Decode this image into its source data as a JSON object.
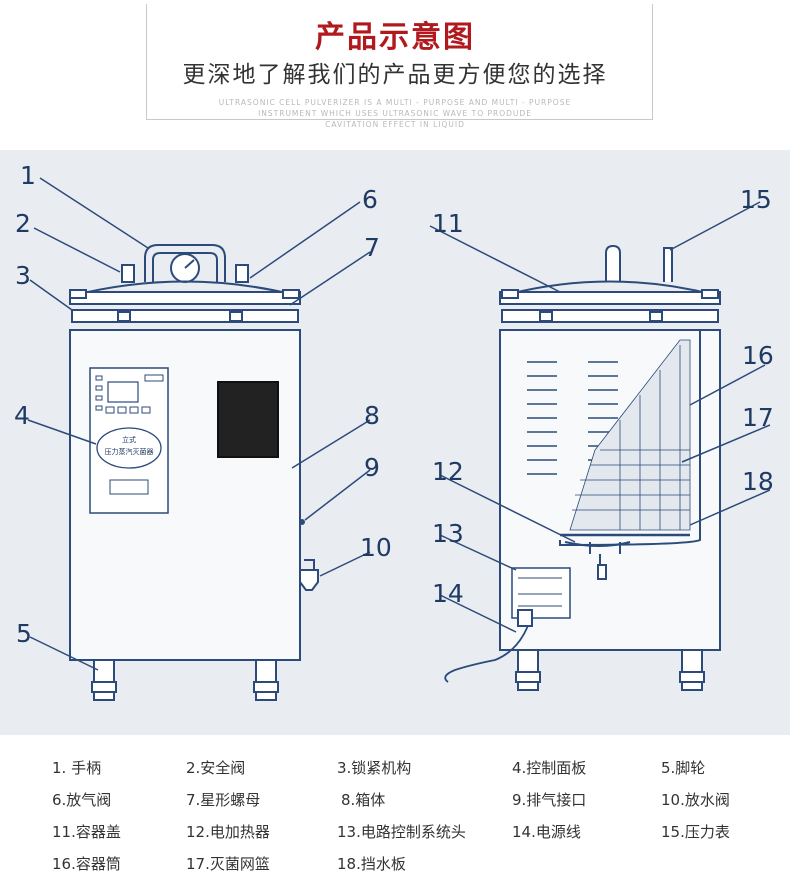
{
  "header": {
    "title": "产品示意图",
    "subtitle": "更深地了解我们的产品更方便您的选择",
    "english_lines": [
      "ULTRASONIC CELL PULVERIZER IS A MULTI - PURPOSE AND MULTI - PURPOSE",
      "INSTRUMENT WHICH USES ULTRASONIC WAVE TO PRODUDE",
      "CAVITATION EFFECT IN LIQUID"
    ]
  },
  "colors": {
    "title_red": "#b0191d",
    "line_blue": "#2c4a7a"
  },
  "diagram": {
    "callouts": [
      "1",
      "2",
      "3",
      "4",
      "5",
      "6",
      "7",
      "8",
      "9",
      "10",
      "11",
      "12",
      "13",
      "14",
      "15",
      "16",
      "17",
      "18"
    ],
    "panel_text": [
      "立式",
      "压力蒸汽灭菌器"
    ]
  },
  "legend": [
    "1. 手柄",
    "2.安全阀",
    "3.锁紧机构",
    "4.控制面板",
    "5.脚轮",
    "6.放气阀",
    "7.星形螺母",
    "8.箱体",
    "9.排气接口",
    "10.放水阀",
    "11.容器盖",
    "12.电加热器",
    "13.电路控制系统头",
    "14.电源线",
    "15.压力表",
    "16.容器筒",
    "17.灭菌网篮",
    "18.挡水板"
  ]
}
